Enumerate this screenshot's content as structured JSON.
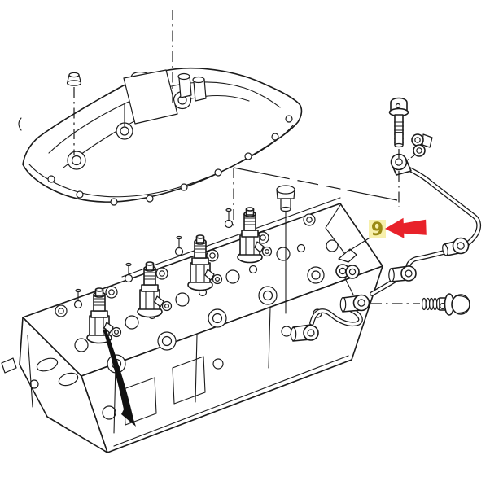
{
  "page": {
    "background_color": "#ffffff"
  },
  "diagram": {
    "kind": "engine-parts-line-illustration",
    "description": "Exploded line drawing: valve cover with mounting bolts (top left), cylinder head with four fuel injectors (bottom left), fuel leak-off pipe assembly with banjo fittings, clamps and bolts (right).",
    "line_color": "#1b1b1b",
    "parts": [
      "valve-cover",
      "valve-cover-bolt",
      "oil-filler-boss",
      "cylinder-head",
      "fuel-injector",
      "injector-leak-off-port",
      "leak-off-pipe",
      "banjo-fitting",
      "pipe-clamp",
      "banjo-bolt",
      "hex-flange-bolt",
      "black-direction-arrow"
    ]
  },
  "callout": {
    "number": "9",
    "number_color": "#9a8a14",
    "highlight_color": "#f7f0ac",
    "arrow_color": "#e8222a",
    "arrow_direction": "left"
  }
}
